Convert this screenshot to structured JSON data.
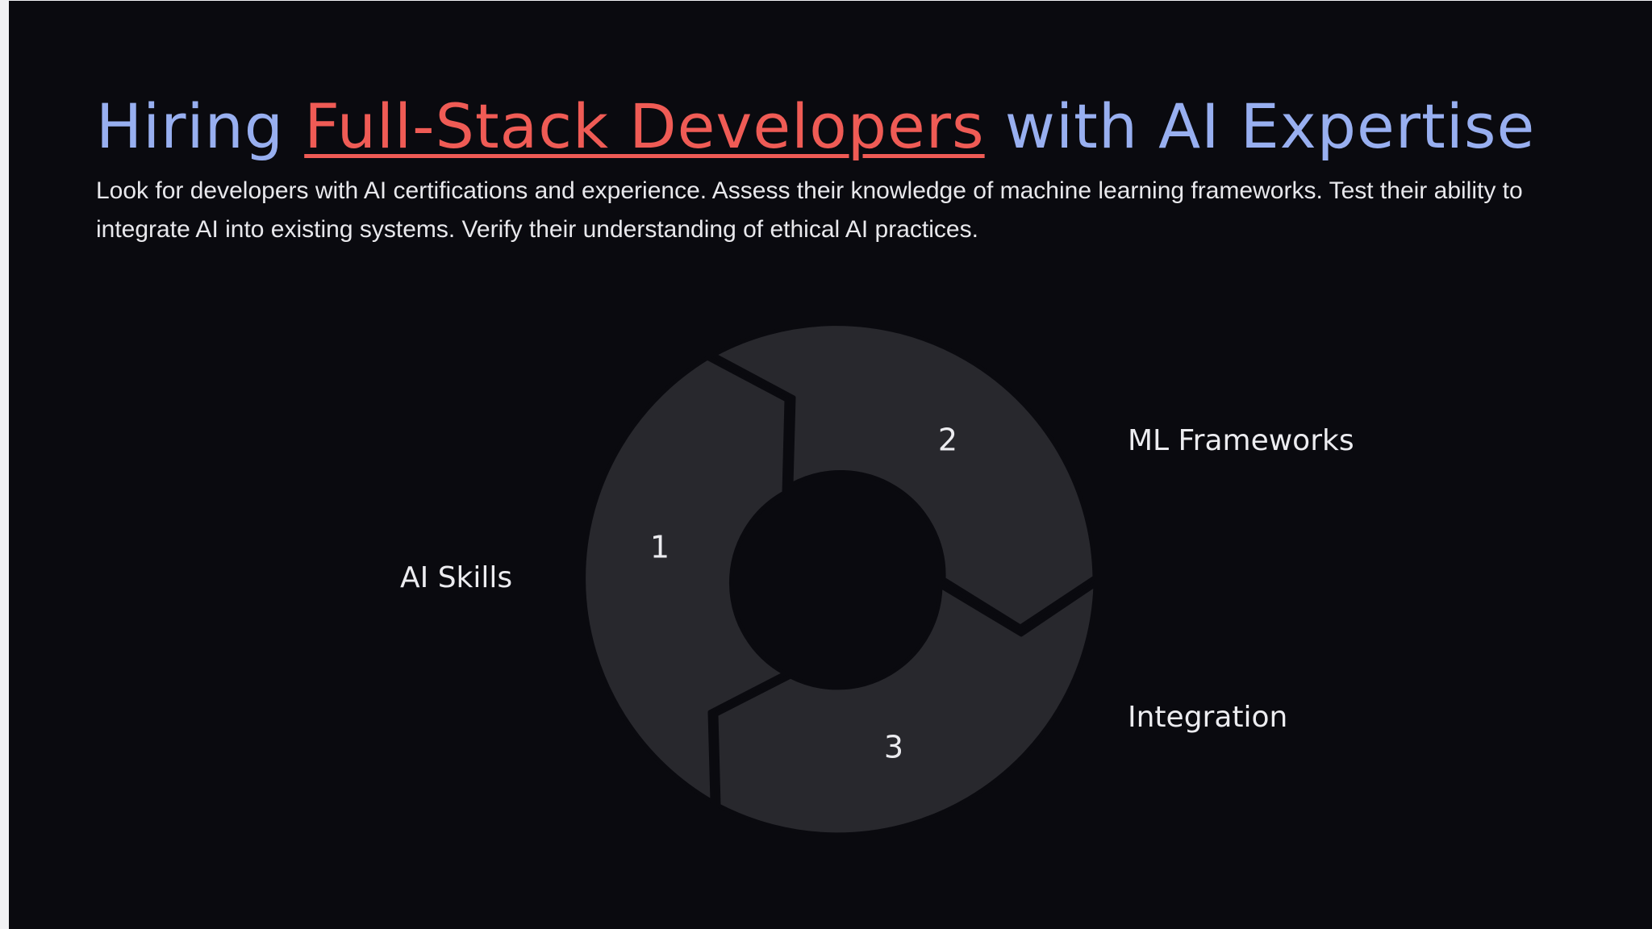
{
  "slide": {
    "title_prefix": "Hiring ",
    "title_highlight": "Full-Stack Developers",
    "title_suffix": " with AI Expertise",
    "description": "Look for developers with AI certifications and experience. Assess their knowledge of machine learning frameworks. Test their ability to integrate AI into existing systems. Verify their understanding of ethical AI practices."
  },
  "cycle": {
    "segments": [
      {
        "number": "1",
        "label": "AI Skills"
      },
      {
        "number": "2",
        "label": "ML Frameworks"
      },
      {
        "number": "3",
        "label": "Integration"
      }
    ]
  },
  "colors": {
    "background": "#0a0a0f",
    "title": "#98aff0",
    "highlight": "#ef5b55",
    "segment_fill": "#28282d",
    "text": "#ececf0"
  }
}
